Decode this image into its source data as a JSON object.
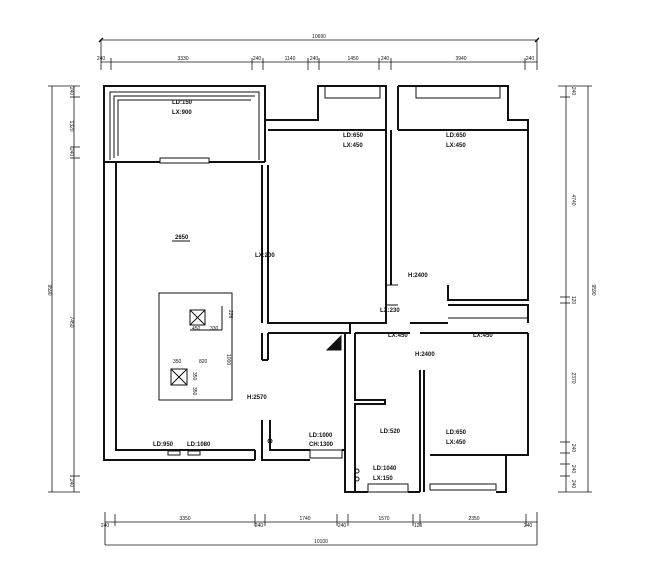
{
  "dimensions": {
    "top_total": "10690",
    "top": [
      "240",
      "3330",
      "240",
      "1140",
      "240",
      "1450",
      "240",
      "3940",
      "240"
    ],
    "bottom": [
      "240",
      "3350",
      "240",
      "1740",
      "240",
      "1570",
      "120",
      "2350",
      "240"
    ],
    "bottom_total": "10100",
    "left_total": "9590",
    "left": [
      "240",
      "1320",
      "240",
      "7450",
      "240"
    ],
    "right_total": "9590",
    "right": [
      "240",
      "4740",
      "120",
      "2370",
      "240",
      "240",
      "240"
    ]
  },
  "labels": {
    "balcony_ld": "LD:150",
    "balcony_lx": "LX:900",
    "room2_ld": "LD:650",
    "room2_lx": "LX:450",
    "room3_ld": "LD:650",
    "room3_lx": "LX:450",
    "living_height": "2650",
    "door_lx1": "LX:200",
    "h1": "H:2400",
    "lx230": "LX:230",
    "lx450a": "LX:450",
    "lx450b": "LX:450",
    "h2": "H:2400",
    "island_450": "450",
    "island_330": "330",
    "island_226": "226",
    "island_350a": "350",
    "island_820": "820",
    "island_1000": "1000",
    "island_350b": "350",
    "island_350c": "350",
    "h2570": "H:2570",
    "ld950": "LD:950",
    "ld1080": "LD:1080",
    "ld1000": "LD:1000",
    "ch1300": "CH:1300",
    "ld520": "LD:520",
    "ld1040": "LD:1040",
    "lx150": "LX:150",
    "room4_ld": "LD:650",
    "room4_lx": "LX:450"
  }
}
